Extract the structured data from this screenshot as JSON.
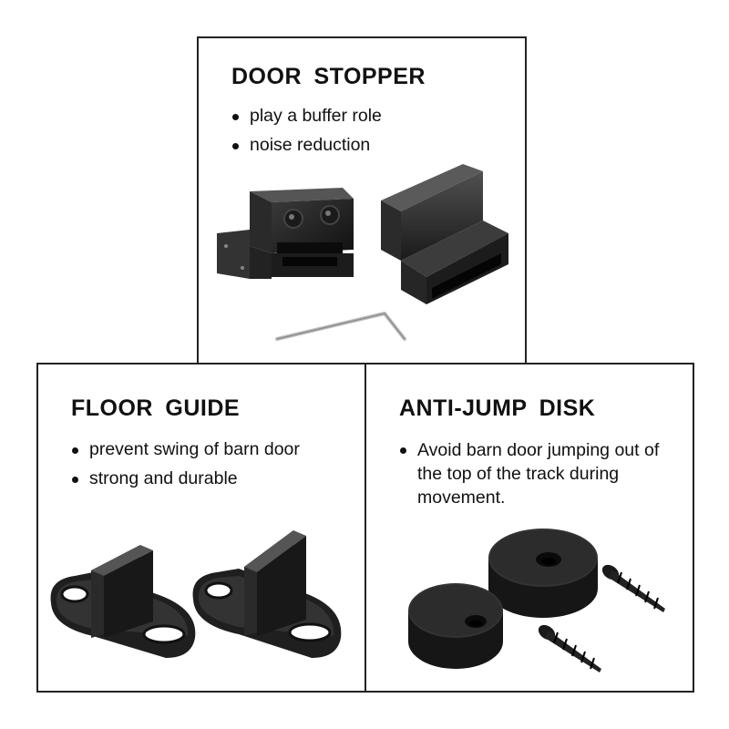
{
  "panels": {
    "door_stopper": {
      "title": "DOOR  STOPPER",
      "bullets": [
        "play a buffer role",
        "noise reduction"
      ]
    },
    "floor_guide": {
      "title": "FLOOR  GUIDE",
      "bullets": [
        "prevent swing of barn door",
        "strong and durable"
      ]
    },
    "anti_jump_disk": {
      "title": "ANTI-JUMP  DISK",
      "bullets": [
        "Avoid barn door jumping out of the top of the track during movement."
      ]
    }
  },
  "colors": {
    "border": "#222222",
    "hardware": "#1a1a1a",
    "text": "#111111",
    "background": "#ffffff"
  }
}
